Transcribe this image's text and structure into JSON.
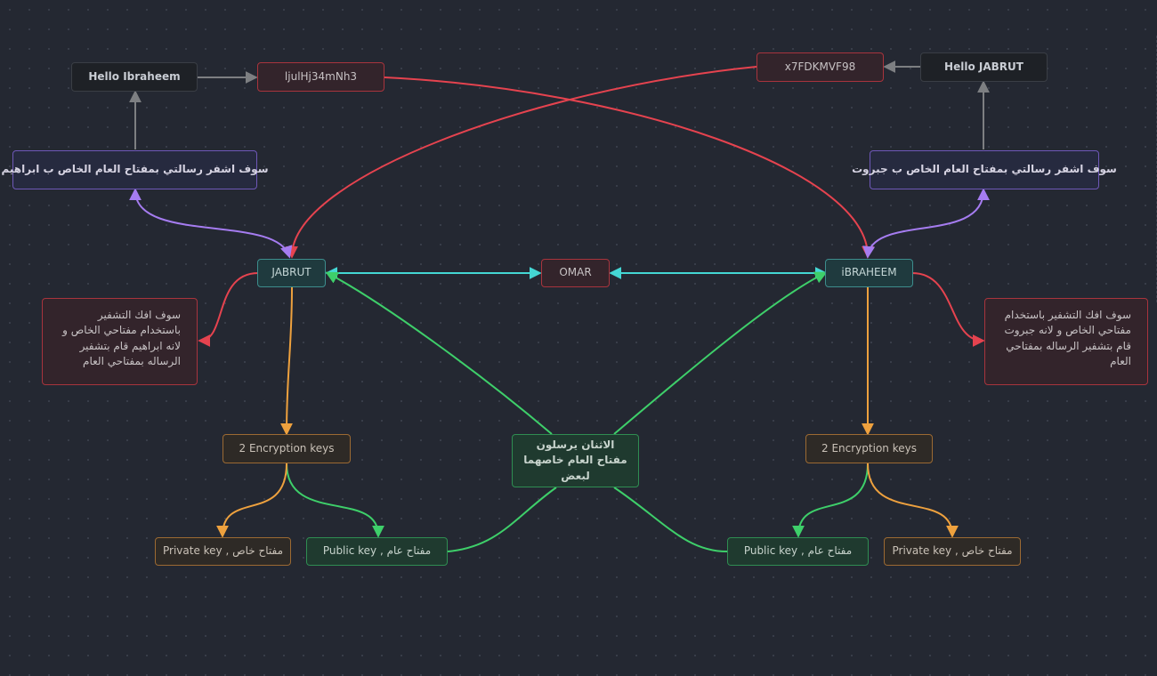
{
  "nodes": {
    "hello_ibraheem": "Hello Ibraheem",
    "cipher_left": "ljulHj34mNh3",
    "cipher_right": "x7FDKMVF98",
    "hello_jabrut": "Hello JABRUT",
    "encrypt_left": "سوف اشفر رسالتي بمفتاح العام الخاص ب ابراهيم",
    "encrypt_right": "سوف اشفر رسالتي بمفتاح العام الخاص ب جبروت",
    "jabrut": "JABRUT",
    "omar": "OMAR",
    "ibraheem": "iBRAHEEM",
    "decrypt_left": "سوف افك التشفير باستخدام مفتاحي الخاص و لانه ابراهيم قام بتشفير الرساله بمفتاحي العام",
    "decrypt_right": "سوف افك التشفير باستخدام مفتاحي الخاص و لانه جبروت قام بتشفير الرساله بمفتاحي العام",
    "keys_left": "2 Encryption keys",
    "keys_right": "2 Encryption keys",
    "exchange": "الاثنان يرسلون مفتاح العام خاصهما لبعض",
    "private_left": "Private key , مفتاح خاص",
    "public_left": "Public key , مفتاح عام",
    "public_right": "Public key , مفتاح عام",
    "private_right": "Private key , مفتاح خاص"
  },
  "colors": {
    "background": "#242832",
    "edge_gray": "#7d7f82",
    "edge_red": "#e5434f",
    "edge_purple": "#a57cf0",
    "edge_cyan": "#44d7d4",
    "edge_green": "#3ecf6a",
    "edge_orange": "#eea13e"
  }
}
